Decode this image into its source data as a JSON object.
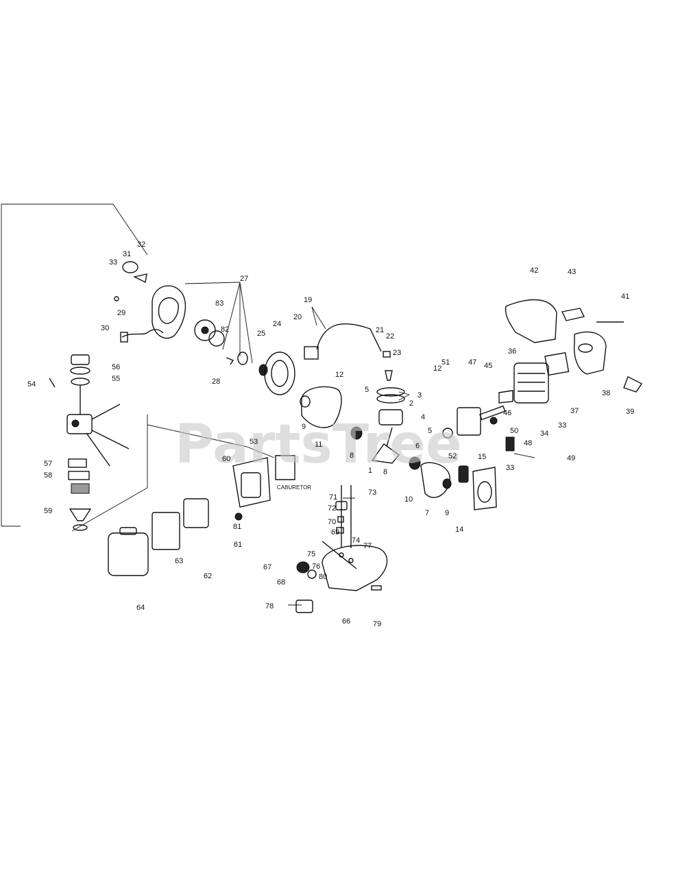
{
  "watermark": "PartsTree",
  "sublabel": "CABURETOR",
  "callouts": [
    "1",
    "2",
    "3",
    "4",
    "5",
    "5",
    "6",
    "7",
    "8",
    "8",
    "9",
    "9",
    "10",
    "11",
    "12",
    "12",
    "14",
    "15",
    "19",
    "20",
    "21",
    "22",
    "23",
    "24",
    "25",
    "27",
    "28",
    "29",
    "30",
    "31",
    "32",
    "33",
    "33",
    "33",
    "34",
    "36",
    "37",
    "38",
    "39",
    "41",
    "42",
    "43",
    "45",
    "46",
    "47",
    "48",
    "49",
    "50",
    "51",
    "52",
    "53",
    "54",
    "55",
    "56",
    "57",
    "58",
    "59",
    "60",
    "61",
    "62",
    "63",
    "64",
    "66",
    "67",
    "68",
    "69",
    "70",
    "71",
    "72",
    "73",
    "74",
    "75",
    "76",
    "77",
    "78",
    "79",
    "80",
    "81",
    "82",
    "83"
  ]
}
